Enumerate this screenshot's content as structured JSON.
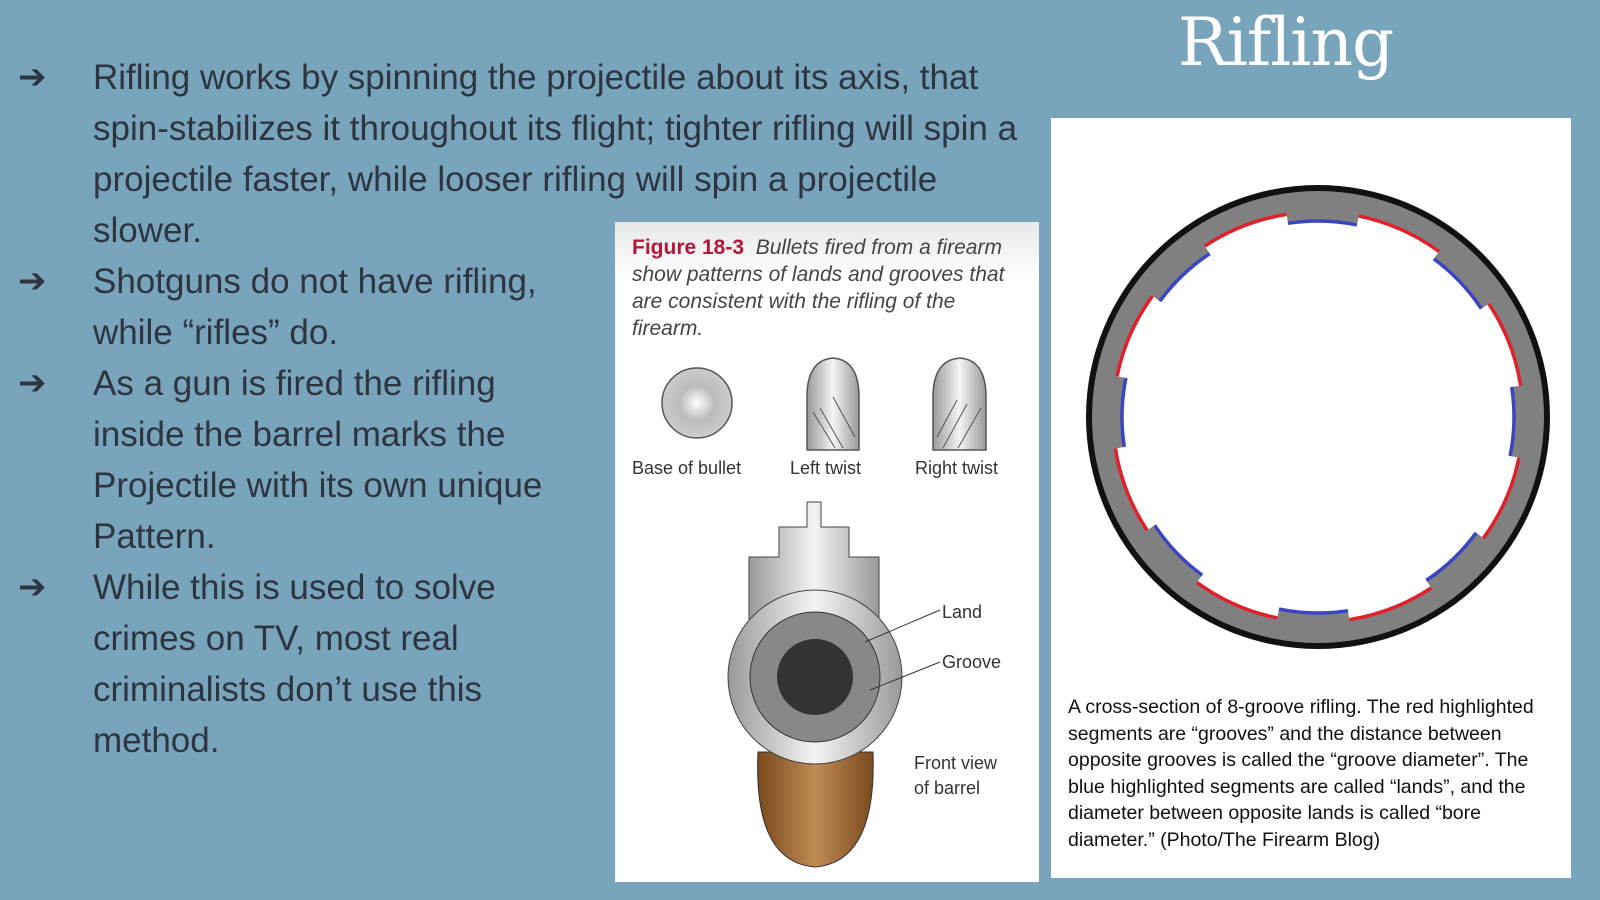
{
  "title": "Rifling",
  "bullets": [
    "Rifling works by spinning the projectile about its axis, that spin-stabilizes it throughout its flight; tighter rifling will spin a projectile faster, while looser rifling will spin a projectile slower.",
    "Shotguns do not have rifling, while “rifles” do.",
    "As a gun is fired the rifling inside the barrel marks the Projectile with its own unique Pattern.",
    "While this is used to solve crimes on TV, most real criminalists don’t use this method."
  ],
  "arrow_icon": "➔",
  "figure": {
    "label": "Figure 18-3",
    "caption": "Bullets fired from a firearm show patterns of lands and grooves that are consistent with the rifling of the firearm.",
    "base_label": "Base of bullet",
    "left_label": "Left twist",
    "right_label": "Right twist",
    "land_label": "Land",
    "groove_label": "Groove",
    "front_label_1": "Front view",
    "front_label_2": "of barrel"
  },
  "photo": {
    "caption": "A cross-section of 8-groove rifling. The red highlighted segments are “grooves” and the distance between opposite grooves is called the “groove diameter”. The blue highlighted segments are called “lands”, and the diameter between opposite lands is called “bore diameter.” (Photo/The Firearm Blog)",
    "groove_count": 8,
    "colors": {
      "groove": "#e0202a",
      "land": "#3a45c0",
      "ring": "#808080"
    }
  }
}
